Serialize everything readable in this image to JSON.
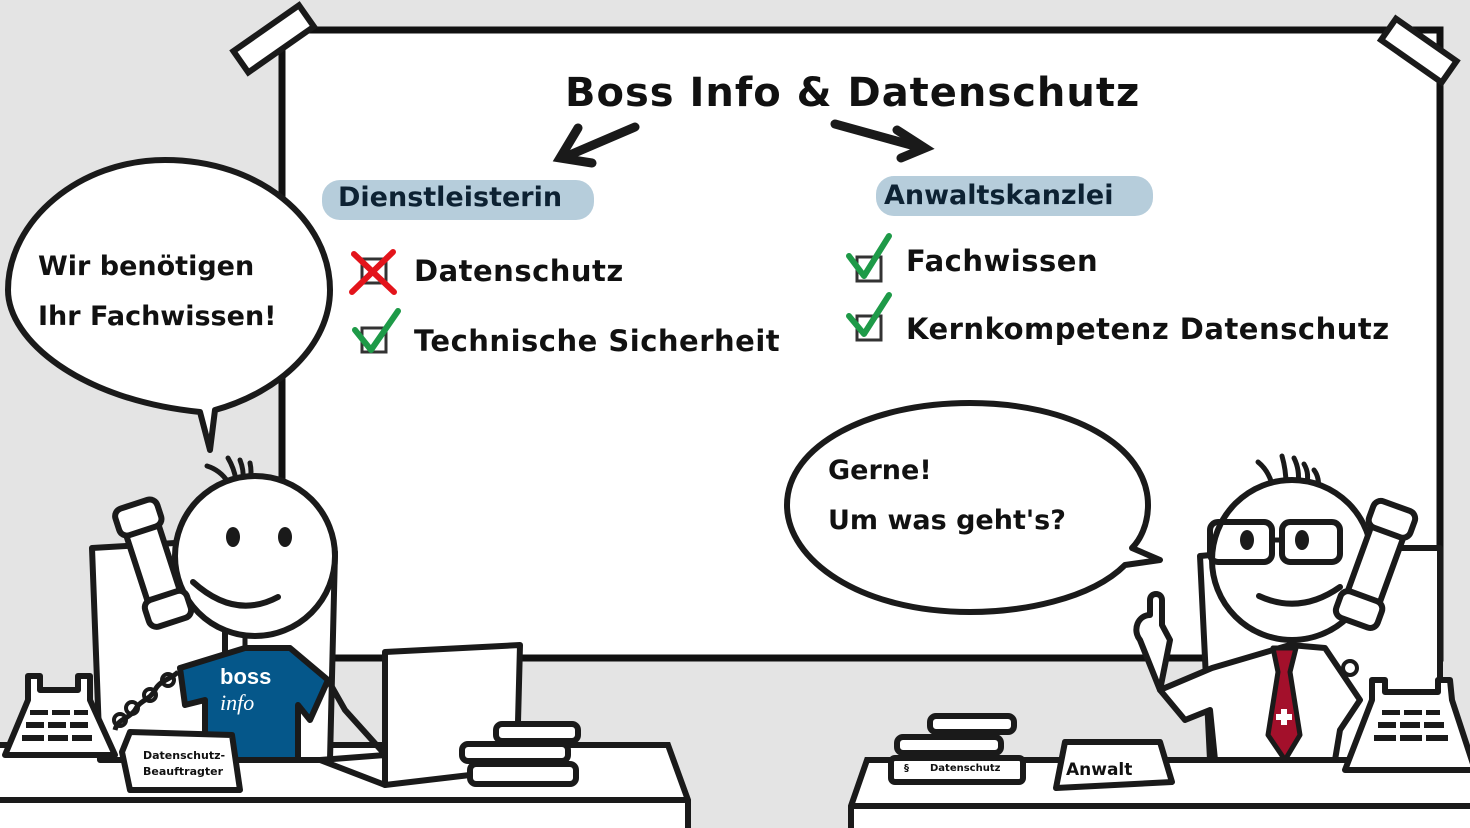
{
  "scene": {
    "background_color": "#e4e4e4",
    "whiteboard_color": "#ffffff",
    "outline_color": "#1a1a1a",
    "highlight_color": "#a9c4d5",
    "check_color": "#1e9a48",
    "cross_color": "#e3141b",
    "shirt_color": "#05578a",
    "tie_color": "#a3102b"
  },
  "whiteboard": {
    "title": "Boss Info & Datenschutz",
    "left_column": {
      "heading": "Dienstleisterin",
      "items": [
        {
          "label": "Datenschutz",
          "status": "cross"
        },
        {
          "label": "Technische Sicherheit",
          "status": "check"
        }
      ]
    },
    "right_column": {
      "heading": "Anwaltskanzlei",
      "items": [
        {
          "label": "Fachwissen",
          "status": "check"
        },
        {
          "label": "Kernkompetenz Datenschutz",
          "status": "check"
        }
      ]
    }
  },
  "left_character": {
    "speech": [
      "Wir benötigen",
      "Ihr Fachwissen!"
    ],
    "shirt_brand_line1": "boss",
    "shirt_brand_line2": "info",
    "nameplate": [
      "Datenschutz-",
      "Beauftragter"
    ]
  },
  "right_character": {
    "speech": [
      "Gerne!",
      "Um was geht's?"
    ],
    "book_label": "Datenschutz",
    "book_symbol": "§",
    "nameplate": "Anwalt"
  }
}
